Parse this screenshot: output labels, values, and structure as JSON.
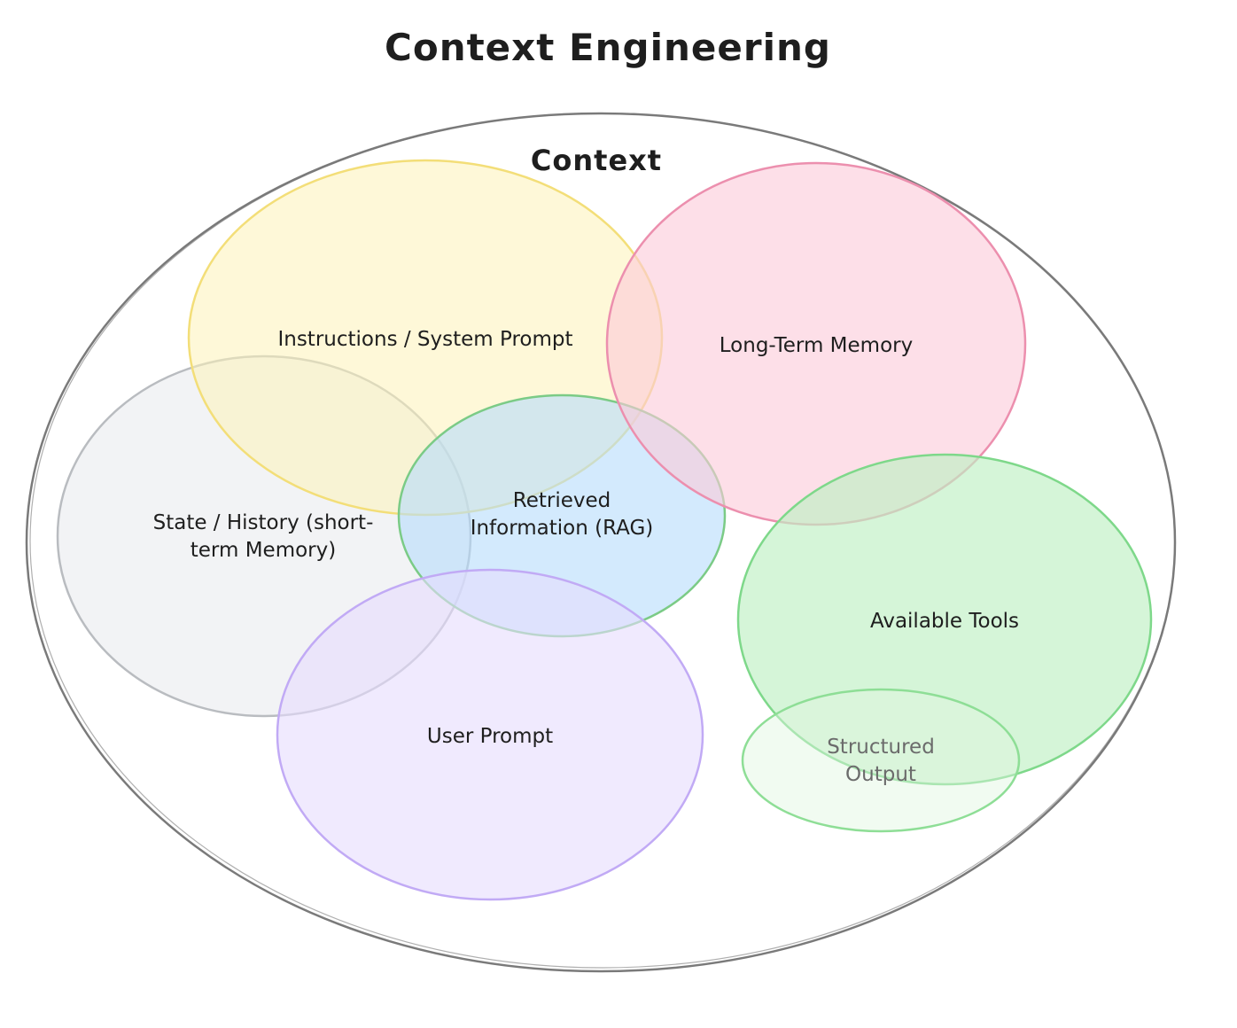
{
  "title": "Context Engineering",
  "container": {
    "label": "Context",
    "stroke": "#7a7a7a"
  },
  "sets": [
    {
      "id": "instructions",
      "label": "Instructions / System Prompt",
      "fill": "#fdf3b8",
      "stroke": "#f3de78"
    },
    {
      "id": "long-term-memory",
      "label": "Long-Term Memory",
      "fill": "#fcc9d8",
      "stroke": "#ec8fae"
    },
    {
      "id": "state-history",
      "label": "State / History (short-term Memory)",
      "label_lines": [
        "State / History (short-",
        "term Memory)"
      ],
      "fill": "#e7e9ec",
      "stroke": "#b9bcc0"
    },
    {
      "id": "retrieved-information",
      "label": "Retrieved Information (RAG)",
      "label_lines": [
        "Retrieved",
        "Information (RAG)"
      ],
      "fill": "#b5dcfb",
      "stroke": "#7bcb86"
    },
    {
      "id": "user-prompt",
      "label": "User Prompt",
      "fill": "#e6dcfd",
      "stroke": "#c1aaf5"
    },
    {
      "id": "available-tools",
      "label": "Available Tools",
      "fill": "#bff0c3",
      "stroke": "#7ed88a"
    },
    {
      "id": "structured-output",
      "label": "Structured Output",
      "label_lines": [
        "Structured",
        "Output"
      ],
      "fill": "#dff7e0",
      "stroke": "#8ede96"
    }
  ]
}
